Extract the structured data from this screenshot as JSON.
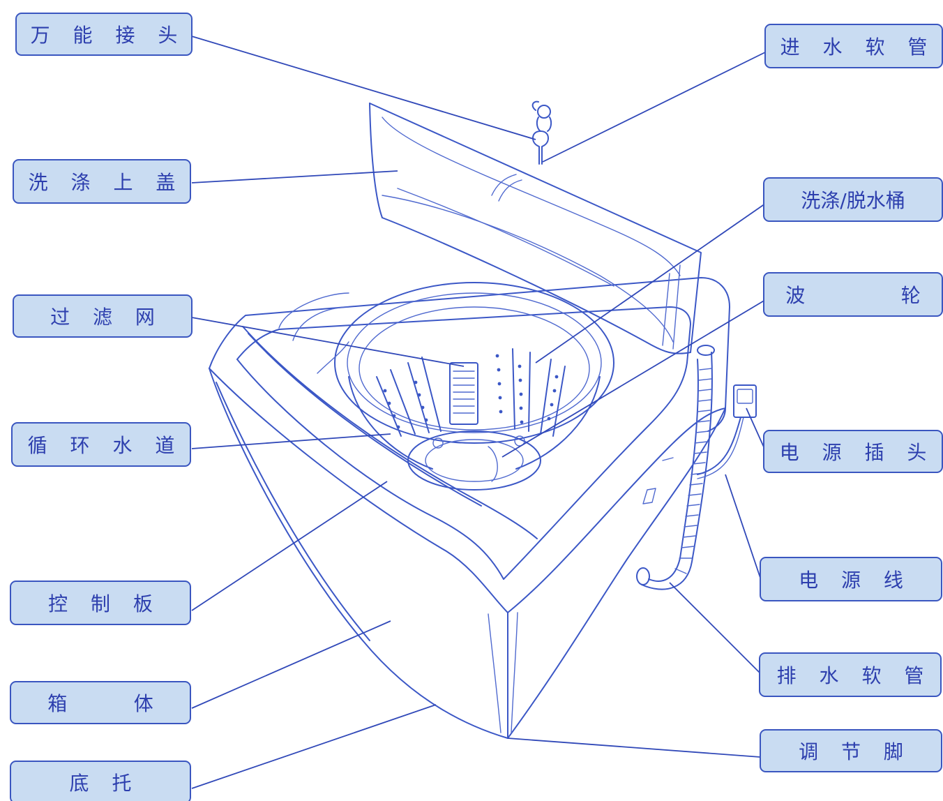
{
  "colors": {
    "line": "#3b57c6",
    "label_fill": "#c9dcf2",
    "label_border": "#3a56c0",
    "label_text": "#2d3fae"
  },
  "labels": {
    "universal_connector": "万 能 接 头",
    "wash_lid": "洗 涤 上 盖",
    "filter_net": "过 滤 网",
    "circulation_channel": "循 环 水 道",
    "control_panel": "控 制 板",
    "cabinet": "箱    体",
    "base": "底 托",
    "inlet_hose": "进 水 软 管",
    "wash_spin_tub": "洗涤/脱水桶",
    "pulsator": "波      轮",
    "power_plug": "电 源 插 头",
    "power_cord": "电 源 线",
    "drain_hose": "排 水 软 管",
    "adjustable_foot": "调 节 脚"
  }
}
